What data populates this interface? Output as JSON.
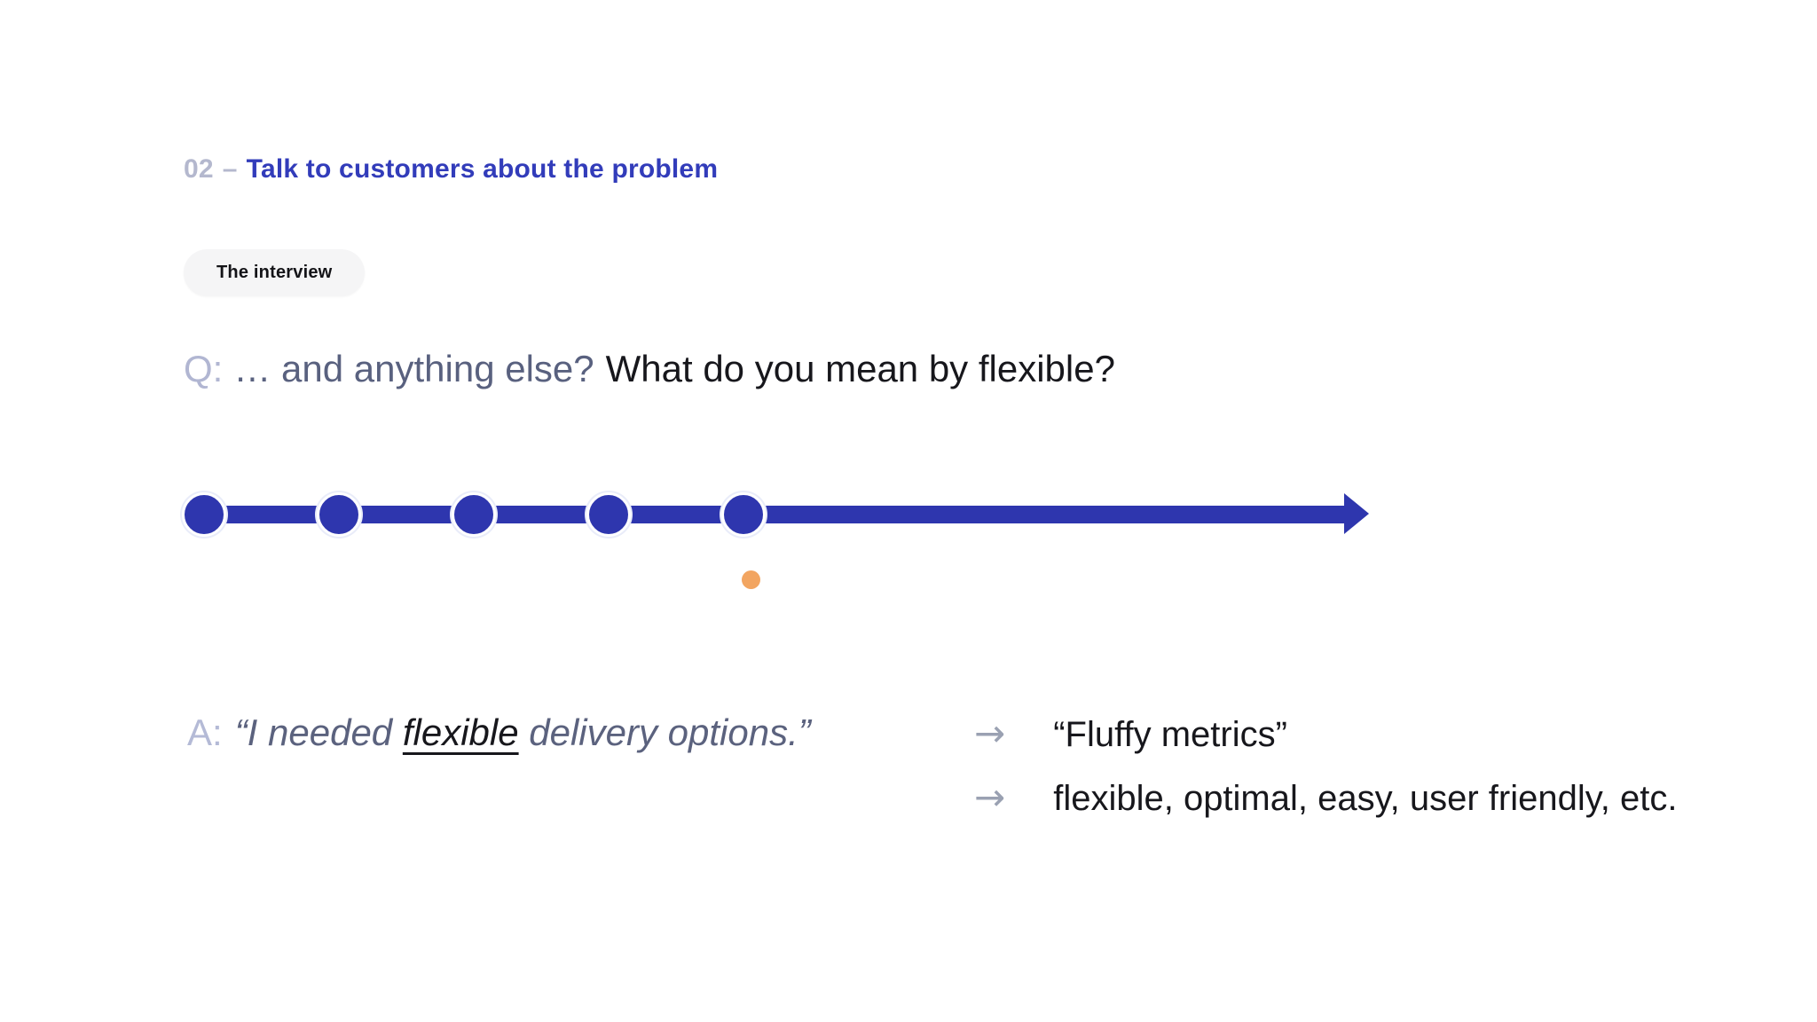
{
  "header": {
    "number": "02",
    "separator": "–",
    "title": "Talk to customers about the problem",
    "number_color": "#b4b8ce",
    "title_color": "#323cba"
  },
  "badge": {
    "label": "The interview",
    "background": "#f5f5f6",
    "text_color": "#141418"
  },
  "question": {
    "prefix": "Q:",
    "muted_part": "… and anything else?",
    "emphasis_part": "What do you mean by flexible?",
    "prefix_color": "#b1b6d2",
    "muted_color": "#59617f",
    "emphasis_color": "#17171c"
  },
  "timeline": {
    "dot_count": 5,
    "color": "#2e36ae",
    "highlight_dot_color": "#f2a561",
    "highlight_dot_under_index": 5
  },
  "answer": {
    "prefix": "A:",
    "quote_open": "“I needed ",
    "highlight": "flexible",
    "quote_close": " delivery options.”",
    "prefix_color": "#b4bad6",
    "quote_color": "#5b627e",
    "highlight_color": "#17171c"
  },
  "takeaways": {
    "arrow": "→",
    "arrow_color": "#9aa1b2",
    "text_color": "#17171c",
    "items": [
      "“Fluffy metrics”",
      "flexible, optimal, easy, user friendly, etc."
    ]
  }
}
